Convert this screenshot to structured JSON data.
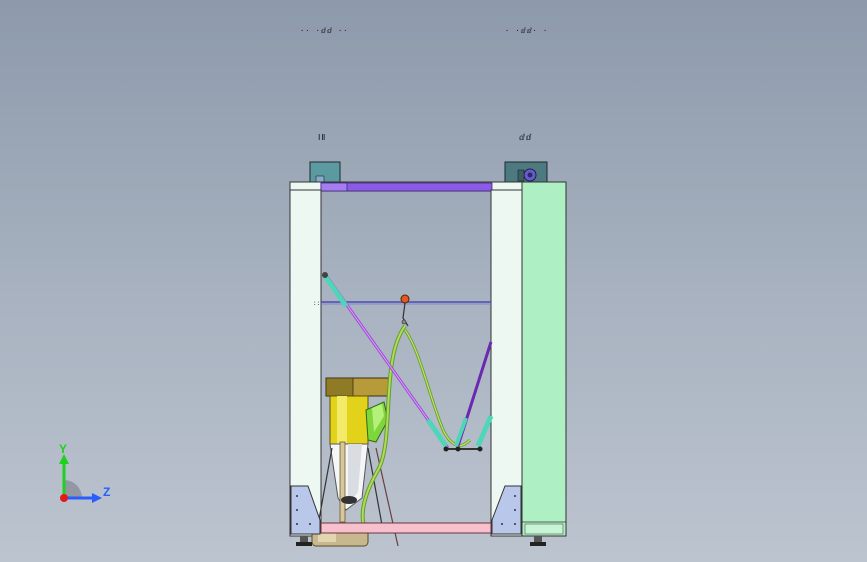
{
  "viewport": {
    "background_top": "#8d9aab",
    "background_bottom": "#bcc4cf"
  },
  "annotations": {
    "top_left_dim": "·· ·ⅆⅆ ··",
    "top_right_dim": "· ·ⅆⅆ· ·",
    "left_motor_tag": "ⅠⅡ",
    "right_motor_tag": "ⅆⅆ"
  },
  "triad": {
    "y_label": "Y",
    "z_label": "Z",
    "y_color": "#1fd11f",
    "z_color": "#2a5cff",
    "x_color": "#e11b1b"
  },
  "colors": {
    "frame_upright": "#eef8f3",
    "side_panel": "#aef0c4",
    "top_beam": "#8b5be8",
    "bottom_beam": "#f6c0cc",
    "arm_purple": "#a04ad8",
    "arm_cyan": "#4fd6b8",
    "hose_green": "#8ec63f",
    "hopper_yellow": "#e2d21a",
    "hopper_lid": "#b79a3a",
    "motor_block": "#5a9aa0"
  }
}
